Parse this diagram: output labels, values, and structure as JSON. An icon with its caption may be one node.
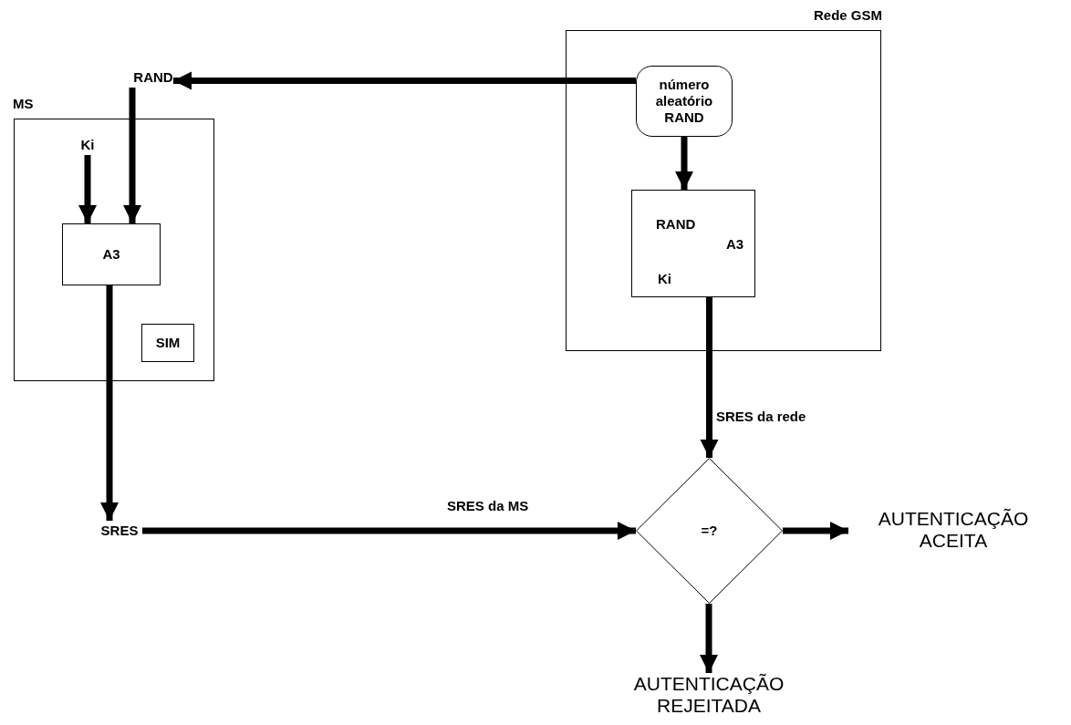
{
  "diagram": {
    "nodes": [
      {
        "text": [
          "MS"
        ]
      },
      {
        "text": [
          "Rede GSM"
        ]
      },
      {
        "text": [
          "RAND"
        ]
      },
      {
        "text": [
          "Ki"
        ],
        "in": 0
      },
      {
        "text": [
          "A3"
        ],
        "in": 0
      },
      {
        "text": [
          "SIM"
        ],
        "in": 0
      },
      {
        "text": [
          "número aleatório RAND"
        ],
        "in": 1
      },
      {
        "text": [
          "RAND",
          "A3",
          "Ki"
        ],
        "in": 1
      },
      {
        "text": [
          "SRES"
        ]
      },
      {
        "text": [
          "=?"
        ]
      },
      {
        "text": [
          "AUTENTICAÇÃO ACEITA"
        ]
      },
      {
        "text": [
          "AUTENTICAÇÃO REJEITADA"
        ]
      }
    ],
    "edges": [
      {
        "from": 6,
        "to": 2,
        "arrow": "to"
      },
      {
        "from": 2,
        "to": 4,
        "arrow": "to"
      },
      {
        "from": 3,
        "to": 4,
        "arrow": "to"
      },
      {
        "from": 4,
        "to": 8,
        "arrow": "to"
      },
      {
        "from": 6,
        "to": 7,
        "arrow": "to"
      },
      {
        "from": 7,
        "to": 9,
        "arrow": "to",
        "label": "SRES da rede"
      },
      {
        "from": 8,
        "to": 9,
        "arrow": "to",
        "label": "SRES da MS"
      },
      {
        "from": 9,
        "to": 10,
        "arrow": "to"
      },
      {
        "from": 9,
        "to": 11,
        "arrow": "to"
      }
    ]
  }
}
